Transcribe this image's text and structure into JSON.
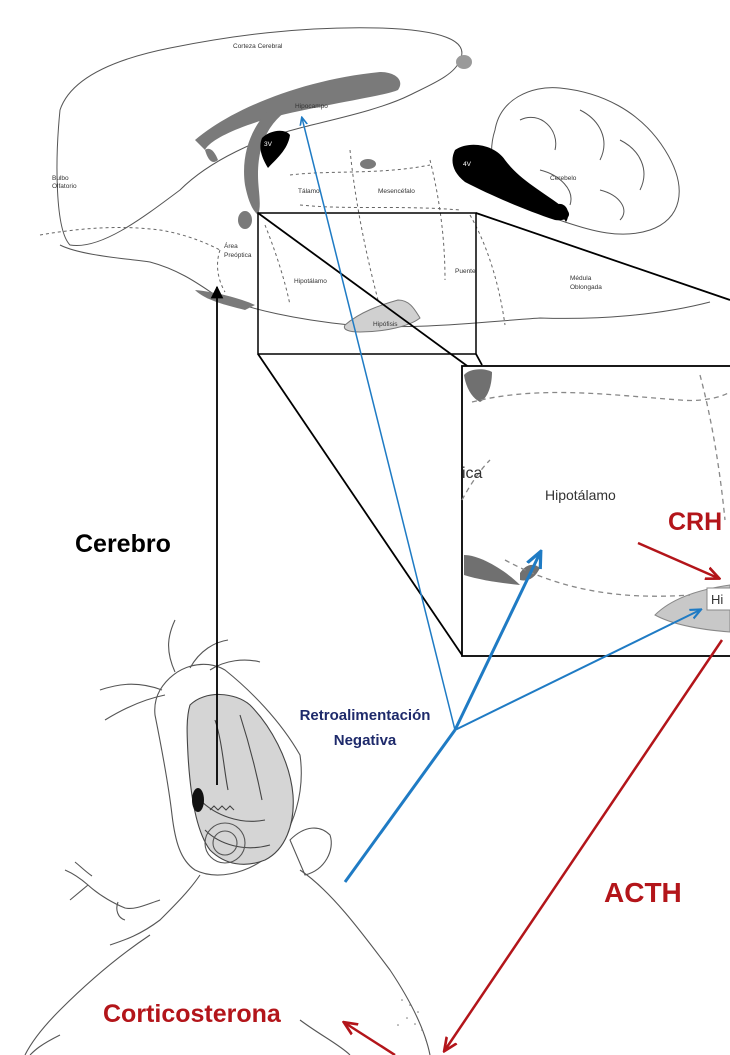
{
  "brain_labels": {
    "corteza": "Corteza Cerebral",
    "hipocampo": "Hipocampo",
    "bulbo_1": "Bulbo",
    "bulbo_2": "Olfatorio",
    "talamo": "Tálamo",
    "mesencefalo": "Mesencéfalo",
    "cerebelo": "Cerebelo",
    "v3": "3V",
    "v4": "4V",
    "area_1": "Área",
    "area_2": "Preóptica",
    "hipotalamo": "Hipotálamo",
    "puente": "Puente",
    "medula_1": "Médula",
    "medula_2": "Oblongada",
    "hipofisis": "Hipófisis"
  },
  "zoom_labels": {
    "hipotalamo": "Hipotálamo",
    "preoptica_fragment": "ica",
    "hipofisis_fragment": "Hi"
  },
  "diagram_labels": {
    "cerebro": "Cerebro",
    "crh": "CRH",
    "retro_1": "Retroalimentación",
    "retro_2": "Negativa",
    "acth": "ACTH",
    "corticosterona": "Corticosterona"
  },
  "colors": {
    "feedback_blue": "#1f7bc4",
    "hormone_red": "#b3151a",
    "navy_text": "#1e2a6b",
    "brain_grey": "#7a7a7a"
  }
}
